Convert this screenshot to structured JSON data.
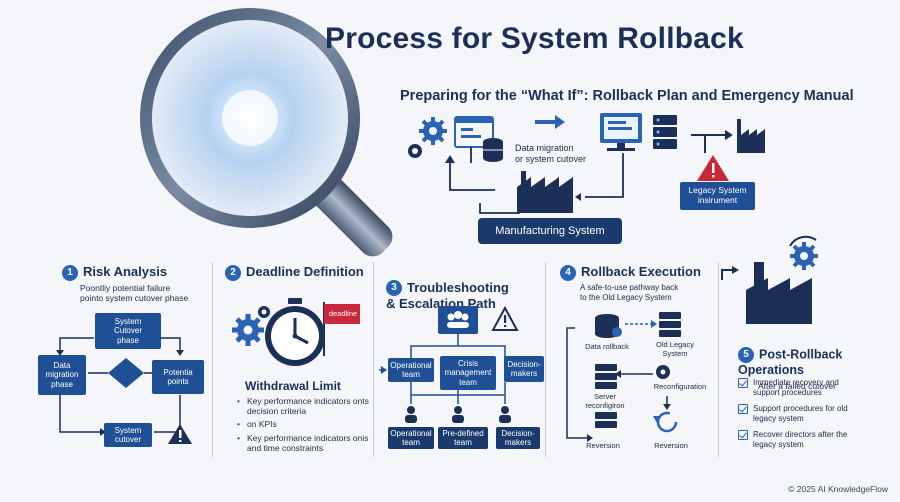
{
  "title": "Process for System Rollback",
  "subtitle": "Preparing for the “What If”: Rollback Plan and Emergency Manual",
  "top_flow": {
    "migration_label": "Data migration\nor system cutover",
    "legacy_label": "Legacy System\ninsirument",
    "manufacturing_label": "Manufacturing System"
  },
  "sections": {
    "risk": {
      "number": "1",
      "heading": "Risk Analysis",
      "desc": "Poontliy potential failure\npointo system cutover phase",
      "boxes": {
        "cutover_phase": "System\nCutover\nphase",
        "migration_phase": "Data\nmigration\nphase",
        "potential_points": "Potentia\npoints",
        "system_cutover": "System\ncutover"
      }
    },
    "deadline": {
      "number": "2",
      "heading": "Deadline Definition",
      "flag_label": "deadline",
      "limit_heading": "Withdrawal Limit",
      "bullets": [
        "Key performance indicators onts decision criteria",
        "on KPIs",
        "Key performance indicators onis and time constraints"
      ]
    },
    "troubleshoot": {
      "number": "3",
      "heading": "Troubleshooting\n& Escalation Path",
      "boxes": {
        "operational_top": "Operational\nteam",
        "crisis": "Crisis\nmanagement\nteam",
        "decision_top": "Decision-\nmakers",
        "operational_bottom": "Operational\nteam",
        "predefined": "Pre-defined\nteam",
        "decision_bottom": "Decision-\nmakers"
      }
    },
    "rollback": {
      "number": "4",
      "heading": "Rollback Execution",
      "desc": "A safe-to-use pathway back\nto the Old Legacy System",
      "labels": {
        "data_rollback": "Data rollback",
        "old_legacy": "Old Legacy\nSystem",
        "reconfiguration": "Reconfiguration",
        "server_reconfig": "Server\nreconfigiron",
        "reversion_left": "Reversion",
        "reversion_right": "Reversion"
      }
    },
    "post": {
      "number": "5",
      "heading": "Post-Rollback\nOperations",
      "desc": "After a failed cutover",
      "checks": [
        "Immediate recovery and support procedures",
        "Support procedures for old legacy system",
        "Recover directors after the legacy system"
      ]
    }
  },
  "footer": "© 2025 AI KnowledgeFlow",
  "colors": {
    "navy": "#1b2f57",
    "blue": "#2a63b5",
    "box_blue": "#1f4f94",
    "alert_red": "#c8283a",
    "background": "#f4f6fa"
  }
}
